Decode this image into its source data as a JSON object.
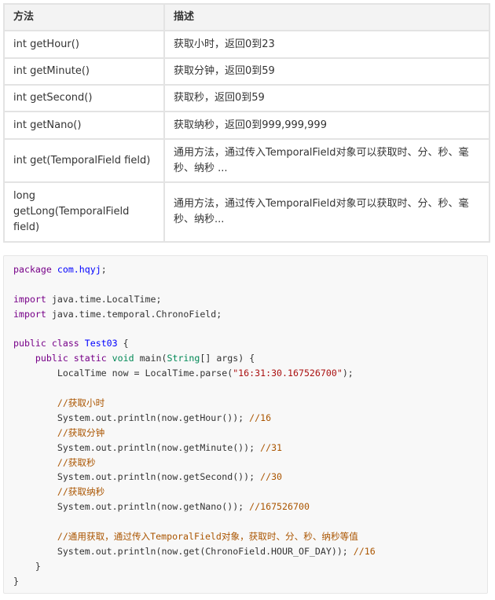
{
  "table": {
    "headers": [
      "方法",
      "描述"
    ],
    "rows": [
      {
        "method": "int getHour()",
        "desc": "获取小时，返回0到23"
      },
      {
        "method": "int getMinute()",
        "desc": "获取分钟，返回0到59"
      },
      {
        "method": "int getSecond()",
        "desc": "获取秒，返回0到59"
      },
      {
        "method": "int getNano()",
        "desc": "获取纳秒，返回0到999,999,999"
      },
      {
        "method": "int get(TemporalField field)",
        "desc": "通用方法，通过传入TemporalField对象可以获取时、分、秒、毫秒、纳秒 ..."
      },
      {
        "method": "long getLong(TemporalField field)",
        "desc": "通用方法，通过传入TemporalField对象可以获取时、分、秒、毫秒、纳秒..."
      }
    ]
  },
  "code": [
    [
      [
        "kw",
        "package"
      ],
      [
        "",
        ""
      ],
      [
        "def",
        " com.hqyj"
      ],
      [
        "",
        ";"
      ]
    ],
    [],
    [
      [
        "kw",
        "import"
      ],
      [
        "",
        " java.time.LocalTime;"
      ]
    ],
    [
      [
        "kw",
        "import"
      ],
      [
        "",
        " java.time.temporal.ChronoField;"
      ]
    ],
    [],
    [
      [
        "kw",
        "public"
      ],
      [
        "",
        " "
      ],
      [
        "kw",
        "class"
      ],
      [
        "",
        " "
      ],
      [
        "def",
        "Test03"
      ],
      [
        "",
        " {"
      ]
    ],
    [
      [
        "",
        "    "
      ],
      [
        "kw",
        "public"
      ],
      [
        "",
        " "
      ],
      [
        "kw",
        "static"
      ],
      [
        "",
        " "
      ],
      [
        "type",
        "void"
      ],
      [
        "",
        " main("
      ],
      [
        "type",
        "String"
      ],
      [
        "",
        "[] args) {"
      ]
    ],
    [
      [
        "",
        "        LocalTime now = LocalTime.parse("
      ],
      [
        "str",
        "\"16:31:30.167526700\""
      ],
      [
        "",
        ");"
      ]
    ],
    [],
    [
      [
        "",
        "        "
      ],
      [
        "cm",
        "//获取小时"
      ]
    ],
    [
      [
        "",
        "        System.out.println(now.getHour()); "
      ],
      [
        "cm",
        "//16"
      ]
    ],
    [
      [
        "",
        "        "
      ],
      [
        "cm",
        "//获取分钟"
      ]
    ],
    [
      [
        "",
        "        System.out.println(now.getMinute()); "
      ],
      [
        "cm",
        "//31"
      ]
    ],
    [
      [
        "",
        "        "
      ],
      [
        "cm",
        "//获取秒"
      ]
    ],
    [
      [
        "",
        "        System.out.println(now.getSecond()); "
      ],
      [
        "cm",
        "//30"
      ]
    ],
    [
      [
        "",
        "        "
      ],
      [
        "cm",
        "//获取纳秒"
      ]
    ],
    [
      [
        "",
        "        System.out.println(now.getNano()); "
      ],
      [
        "cm",
        "//167526700"
      ]
    ],
    [],
    [
      [
        "",
        "        "
      ],
      [
        "cm",
        "//通用获取，通过传入TemporalField对象，获取时、分、秒、纳秒等值"
      ]
    ],
    [
      [
        "",
        "        System.out.println(now.get(ChronoField.HOUR_OF_DAY)); "
      ],
      [
        "cm",
        "//16"
      ]
    ],
    [
      [
        "",
        "    }"
      ]
    ],
    [
      [
        "",
        "}"
      ]
    ]
  ]
}
